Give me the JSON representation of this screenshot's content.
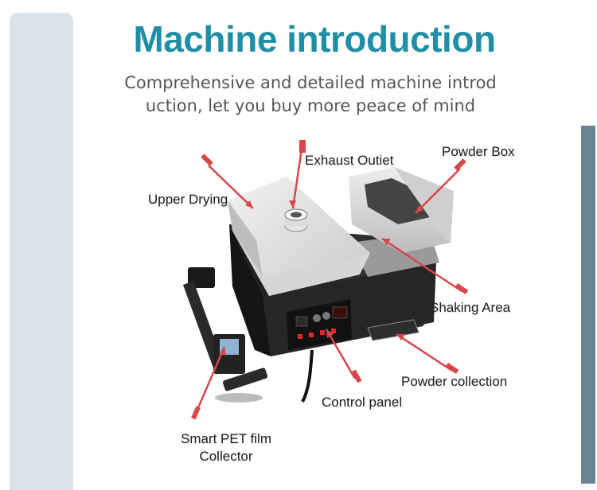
{
  "header": {
    "title": "Machine introduction",
    "subtitle_line1": "Comprehensive and detailed machine introd",
    "subtitle_line2": "uction, let you buy more peace of mind"
  },
  "labels": {
    "upper_drying": "Upper Drying",
    "exhaust_outlet": "Exhaust Outiet",
    "powder_box": "Powder Box",
    "shaking_area": "Shaking Area",
    "powder_collection": "Powder collection",
    "control_panel": "Control panel",
    "pet_collector_line1": "Smart PET film",
    "pet_collector_line2": "Collector"
  },
  "colors": {
    "title": "#1f8fa5",
    "arrow": "#d9464a",
    "side_bar_left": "#dde4e9",
    "side_bar_right": "#6e8391"
  }
}
